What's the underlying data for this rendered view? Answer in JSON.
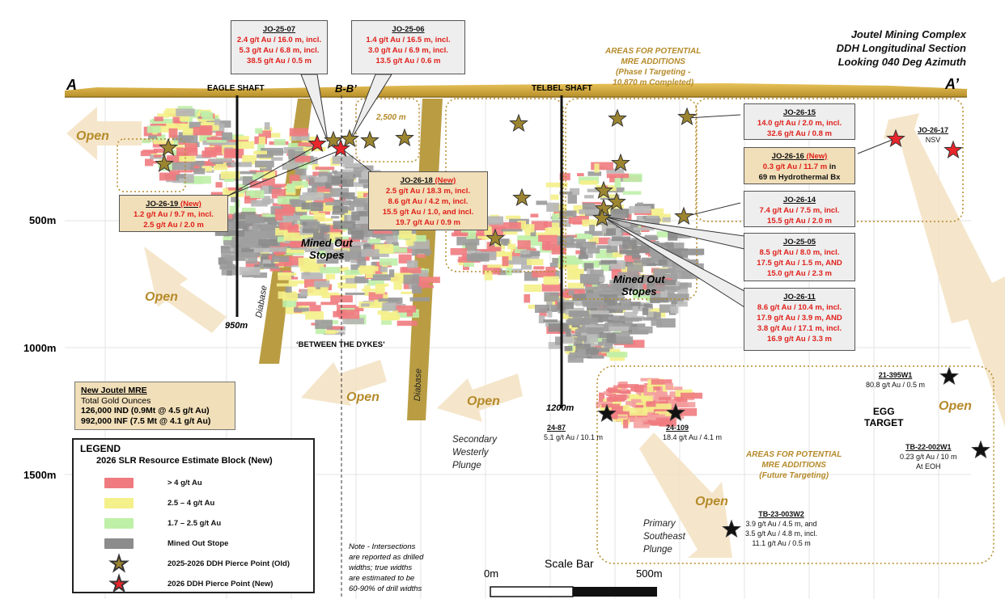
{
  "title": {
    "line1": "Joutel Mining Complex",
    "line2": "DDH Longitudinal Section",
    "line3": "Looking 040 Deg Azimuth"
  },
  "section": {
    "left": "A",
    "right": "A’",
    "bb": "B-B’"
  },
  "shafts": {
    "eagle": "EAGLE SHAFT",
    "telbel": "TELBEL SHAFT"
  },
  "elevations": {
    "e500": "500m",
    "e1000": "1000m",
    "e1500": "1500m"
  },
  "depths": {
    "eagle": "950m",
    "telbel": "1200m"
  },
  "labels": {
    "contour": "2,500 m",
    "mined_out": "Mined Out\nStopes",
    "mined_out_2": "Mined Out\nStopes",
    "diabase": "Diabase",
    "diabase_2": "Diabase",
    "between": "‘BETWEEN THE DYKES’",
    "egg_target": "EGG\nTARGET",
    "secondary_plunge": "Secondary\nWesterly\nPlunge",
    "primary_plunge": "Primary\nSoutheast\nPlunge",
    "open": "Open",
    "areas1": "AREAS FOR POTENTIAL\nMRE ADDITIONS\n(Phase I Targeting -\n10,870 m Completed)",
    "areas2": "AREAS FOR POTENTIAL\nMRE ADDITIONS\n(Future Targeting)",
    "note": "Note - Intersections\nare reported as drilled\nwidths; true widths\nare estimated to be\n60-90% of drill widths",
    "scale_title": "Scale Bar",
    "scale_0": "0m",
    "scale_500": "500m"
  },
  "mre": {
    "title": "New Joutel MRE",
    "subtitle": "Total Gold Ounces",
    "ind": "126,000 IND (0.9Mt @ 4.5 g/t Au)",
    "inf": "992,000 INF (7.5 Mt @ 4.1 g/t Au)"
  },
  "legend": {
    "title": "LEGEND",
    "subtitle": "2026 SLR Resource Estimate Block (New)",
    "items": [
      {
        "label": "> 4 g/t Au",
        "color": "#ef7b80"
      },
      {
        "label": "2.5 – 4 g/t Au",
        "color": "#f4f08a"
      },
      {
        "label": "1.7 – 2.5 g/t Au",
        "color": "#bff0a8"
      },
      {
        "label": "Mined Out Stope",
        "color": "#8c8c8c"
      },
      {
        "label": "2025-2026 DDH Pierce Point (Old)",
        "color": "#9c8530"
      },
      {
        "label": "2026 DDH Pierce Point (New)",
        "color": "#e8262b"
      }
    ]
  },
  "holes": {
    "jo2507": {
      "id": "JO-25-07",
      "lines": [
        "2.4 g/t Au / 16.0 m, incl.",
        "5.3 g/t Au / 6.8 m, incl.",
        "38.5 g/t Au / 0.5 m"
      ]
    },
    "jo2506": {
      "id": "JO-25-06",
      "lines": [
        "1.4 g/t Au / 16.5 m, incl.",
        "3.0 g/t Au / 6.9 m, incl.",
        "13.5 g/t Au / 0.6 m"
      ]
    },
    "jo2619": {
      "id": "JO-26-19",
      "new": "(New)",
      "lines": [
        "1.2 g/t Au / 9.7 m, incl.",
        "2.5 g/t Au / 2.0 m"
      ]
    },
    "jo2618": {
      "id": "JO-26-18",
      "new": "(New)",
      "lines": [
        "2.5 g/t Au / 18.3 m, incl.",
        "8.6 g/t Au / 4.2 m, incl.",
        "15.5 g/t Au / 1.0, and incl.",
        "19.7 g/t Au / 0.9 m"
      ]
    },
    "jo2615": {
      "id": "JO-26-15",
      "lines": [
        "14.0 g/t Au / 2.0 m, incl.",
        "32.6 g/t Au / 0.8 m"
      ]
    },
    "jo2616": {
      "id": "JO-26-16",
      "new": "(New)",
      "line1": "0.3 g/t Au / 11.7 m",
      "line1b": " in",
      "line2": "69 m Hydrothermal Bx"
    },
    "jo2617": {
      "id": "JO-26-17",
      "value": "NSV"
    },
    "jo2614": {
      "id": "JO-26-14",
      "lines": [
        "7.4 g/t Au / 7.5 m, incl.",
        "15.5 g/t Au / 2.0 m"
      ]
    },
    "jo2505": {
      "id": "JO-25-05",
      "lines": [
        "8.5 g/t Au / 8.0 m, incl.",
        "17.5 g/t Au / 1.5 m, AND",
        "15.0 g/t Au / 2.3 m"
      ]
    },
    "jo2611": {
      "id": "JO-26-11",
      "lines": [
        "8.6 g/t Au / 10.4 m, incl.",
        "17.9 g/t Au / 3.9 m, AND",
        "3.8 g/t Au / 17.1 m, incl.",
        "16.9 g/t Au / 3.3 m"
      ]
    },
    "h2487": {
      "id": "24-87",
      "value": "5.1 g/t Au / 10.1 m"
    },
    "h24109": {
      "id": "24-109",
      "value": "18.4 g/t Au / 4.1  m"
    },
    "h21395": {
      "id": "21-395W1",
      "value": "80.8 g/t Au / 0.5 m"
    },
    "tb22": {
      "id": "TB-22-002W1",
      "value": "0.23 g/t Au / 10 m",
      "value2": "At  EOH"
    },
    "tb23": {
      "id": "TB-23-003W2",
      "lines": [
        "3.9 g/t Au / 4.5  m, and",
        "3.5 g/t Au / 4.8 m, incl.",
        "11.1 g/t Au / 0.5 m"
      ]
    }
  }
}
